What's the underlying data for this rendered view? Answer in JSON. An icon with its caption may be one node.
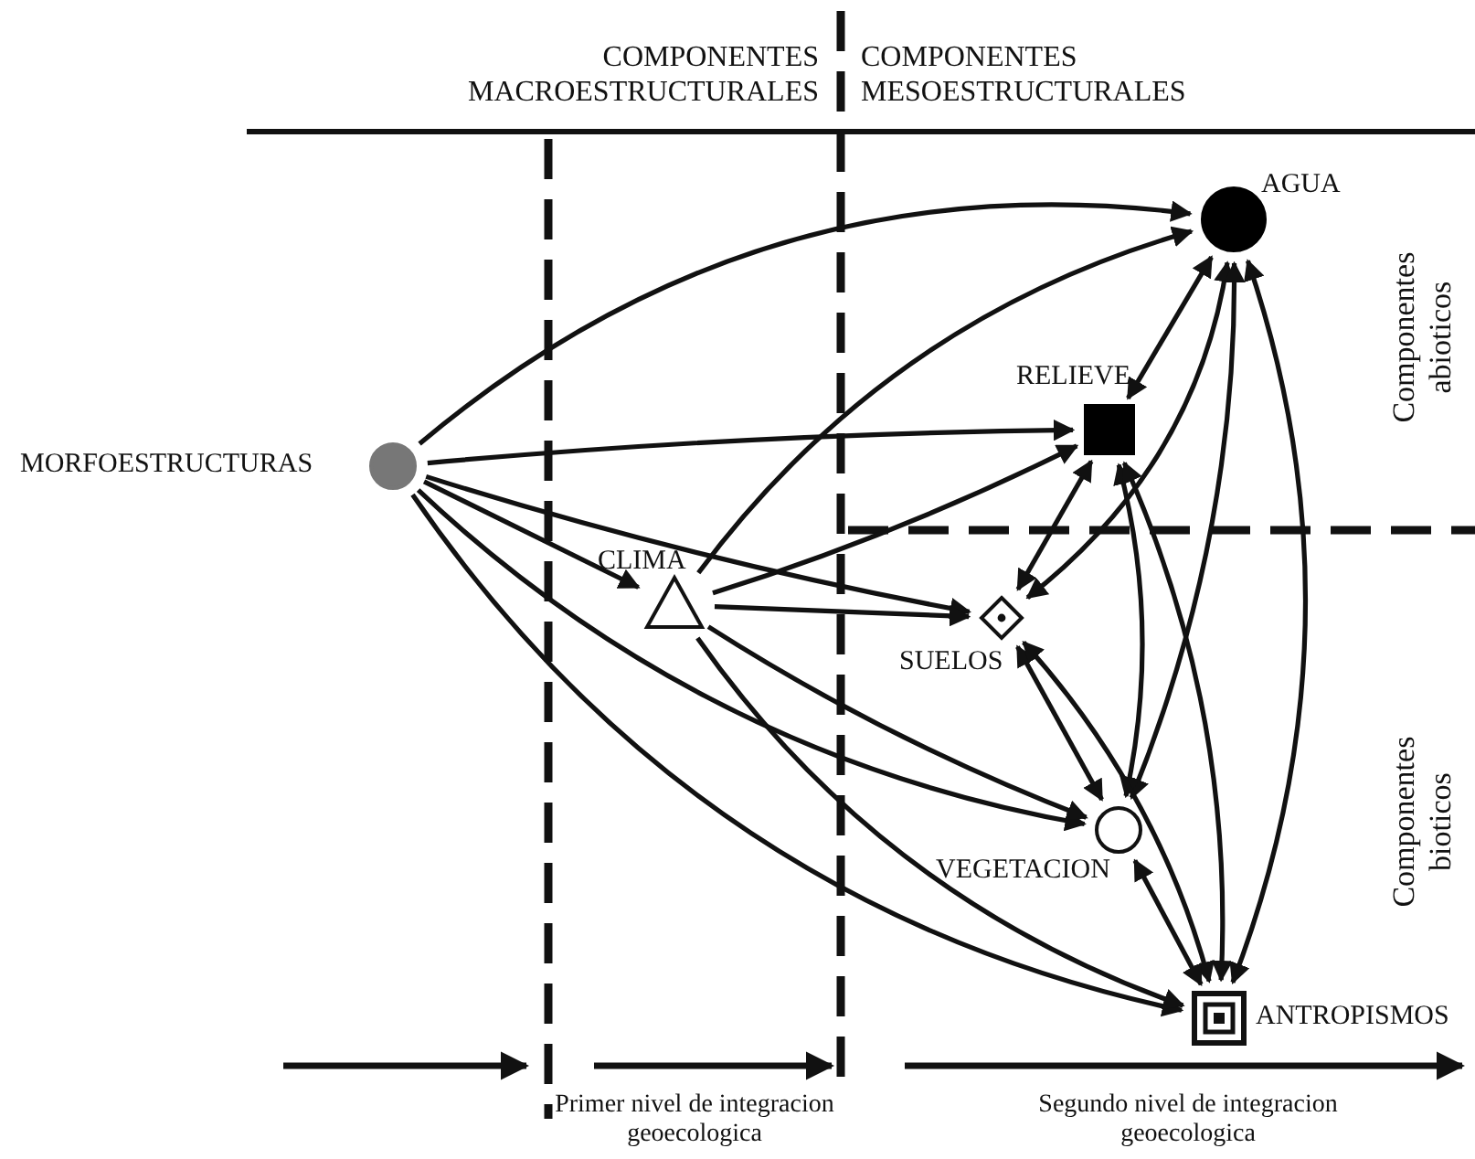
{
  "diagram": {
    "nodes": [
      {
        "text": [],
        "shape": "circle",
        "beside": [
          "MORFOESTRUCTURAS"
        ]
      },
      {
        "text": [],
        "shape": "circle",
        "beside": [
          "AGUA"
        ]
      },
      {
        "text": [],
        "shape": "square",
        "beside": [
          "RELIEVE"
        ]
      },
      {
        "text": [],
        "shape": "triangle",
        "beside": [
          "CLIMA"
        ]
      },
      {
        "text": [],
        "shape": "diamond",
        "beside": [
          "SUELOS"
        ]
      },
      {
        "text": [],
        "shape": "circle",
        "beside": [
          "VEGETACION"
        ]
      },
      {
        "text": [],
        "shape": "box",
        "beside": [
          "ANTROPISMOS"
        ]
      }
    ],
    "edges": [
      {
        "from": 0,
        "to": 1,
        "arrow": "to"
      },
      {
        "from": 0,
        "to": 2,
        "arrow": "to"
      },
      {
        "from": 0,
        "to": 4,
        "arrow": "to"
      },
      {
        "from": 0,
        "to": 3,
        "arrow": "to"
      },
      {
        "from": 0,
        "to": 5,
        "arrow": "to"
      },
      {
        "from": 0,
        "to": 6,
        "arrow": "to"
      },
      {
        "from": 3,
        "to": 1,
        "arrow": "to"
      },
      {
        "from": 3,
        "to": 2,
        "arrow": "to"
      },
      {
        "from": 3,
        "to": 4,
        "arrow": "to"
      },
      {
        "from": 3,
        "to": 5,
        "arrow": "to"
      },
      {
        "from": 3,
        "to": 6,
        "arrow": "to"
      },
      {
        "from": 1,
        "to": 2,
        "arrow": "both"
      },
      {
        "from": 2,
        "to": 4,
        "arrow": "both"
      },
      {
        "from": 1,
        "to": 4,
        "arrow": "both"
      },
      {
        "from": 1,
        "to": 5,
        "arrow": "both"
      },
      {
        "from": 1,
        "to": 6,
        "arrow": "both"
      },
      {
        "from": 2,
        "to": 5,
        "arrow": "both"
      },
      {
        "from": 2,
        "to": 6,
        "arrow": "both"
      },
      {
        "from": 4,
        "to": 5,
        "arrow": "both"
      },
      {
        "from": 4,
        "to": 6,
        "arrow": "both"
      },
      {
        "from": 5,
        "to": 6,
        "arrow": "both"
      }
    ],
    "labels": [
      "COMPONENTES MACROESTRUCTURALES",
      "COMPONENTES MESOESTRUCTURALES",
      "Componentes abioticos",
      "Componentes bioticos",
      "Primer nivel de integracion geoecologica",
      "Segundo nivel de integracion geoecologica"
    ]
  }
}
